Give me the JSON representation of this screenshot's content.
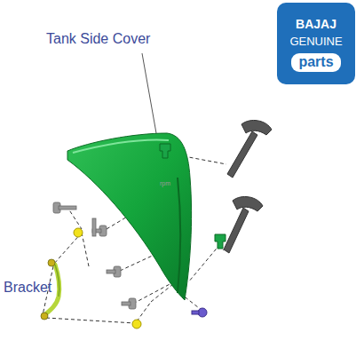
{
  "diagram": {
    "nodes": [
      {
        "text": [
          "BAJAJ",
          "GENUINE",
          "parts"
        ]
      }
    ],
    "labels": [
      "Tank Side Cover",
      "Bracket",
      "rpm"
    ]
  }
}
